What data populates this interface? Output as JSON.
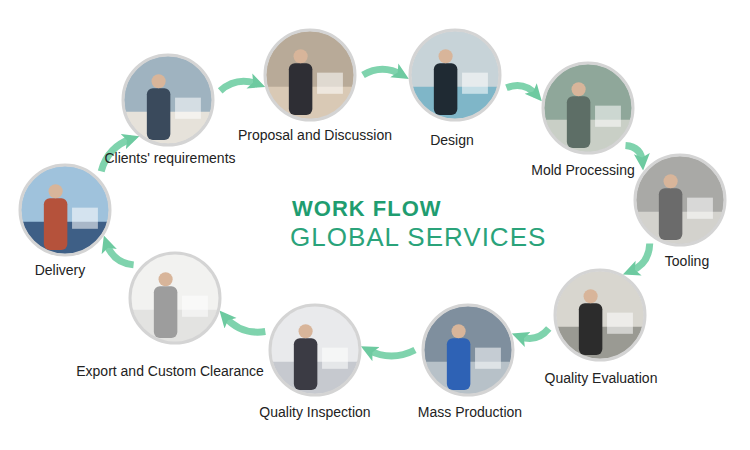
{
  "diagram": {
    "title": "WORK FLOW",
    "nodes": [
      {
        "text": [
          "Clients' requirements"
        ]
      },
      {
        "text": [
          "Proposal and Discussion"
        ]
      },
      {
        "text": [
          "Design"
        ]
      },
      {
        "text": [
          "Mold Processing"
        ]
      },
      {
        "text": [
          "Tooling"
        ]
      },
      {
        "text": [
          "Quality Evaluation"
        ]
      },
      {
        "text": [
          "Mass Production"
        ]
      },
      {
        "text": [
          "Quality Inspection"
        ]
      },
      {
        "text": [
          "Export and Custom Clearance"
        ]
      },
      {
        "text": [
          "Delivery"
        ]
      }
    ],
    "edges": [
      {
        "from": 0,
        "to": 1,
        "arrow": "to"
      },
      {
        "from": 1,
        "to": 2,
        "arrow": "to"
      },
      {
        "from": 2,
        "to": 3,
        "arrow": "to"
      },
      {
        "from": 3,
        "to": 4,
        "arrow": "to"
      },
      {
        "from": 4,
        "to": 5,
        "arrow": "to"
      },
      {
        "from": 5,
        "to": 6,
        "arrow": "to"
      },
      {
        "from": 6,
        "to": 7,
        "arrow": "to"
      },
      {
        "from": 7,
        "to": 8,
        "arrow": "to"
      },
      {
        "from": 8,
        "to": 9,
        "arrow": "to"
      },
      {
        "from": 9,
        "to": 0,
        "arrow": "to"
      }
    ],
    "labels": [
      "GLOBAL SERVICES"
    ]
  }
}
